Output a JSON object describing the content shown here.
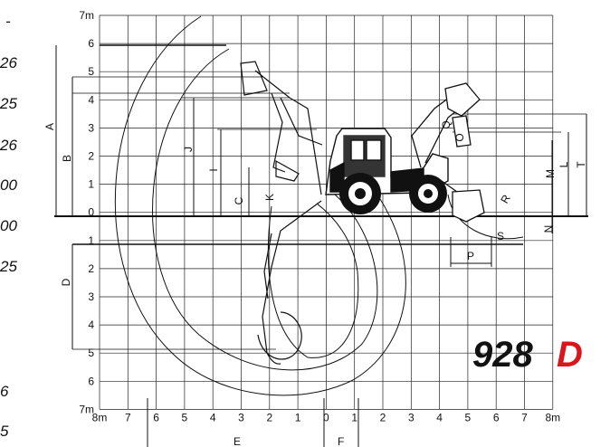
{
  "left_margin_values": [
    "-",
    "26",
    "25",
    "26",
    "00",
    "00",
    "25",
    "6",
    "5"
  ],
  "y_axis_labels": [
    "7m",
    "6",
    "5",
    "4",
    "3",
    "2",
    "1",
    "0",
    "1",
    "2",
    "3",
    "4",
    "5",
    "6",
    "7m"
  ],
  "x_axis_labels": [
    "8m",
    "7",
    "6",
    "5",
    "4",
    "3",
    "2",
    "1",
    "0",
    "1",
    "2",
    "3",
    "4",
    "5",
    "6",
    "7",
    "8m"
  ],
  "dimension_letters": {
    "A": "A",
    "B": "B",
    "C": "C",
    "D": "D",
    "E": "E",
    "F": "F",
    "I": "I",
    "J": "J",
    "K": "K",
    "L": "L",
    "M": "M",
    "N": "N",
    "O": "O",
    "P": "P",
    "Q": "Q",
    "R": "R",
    "S": "S",
    "T": "T"
  },
  "logo": {
    "model_number": "928",
    "model_suffix": "D",
    "suffix_color": "#d8161b"
  }
}
